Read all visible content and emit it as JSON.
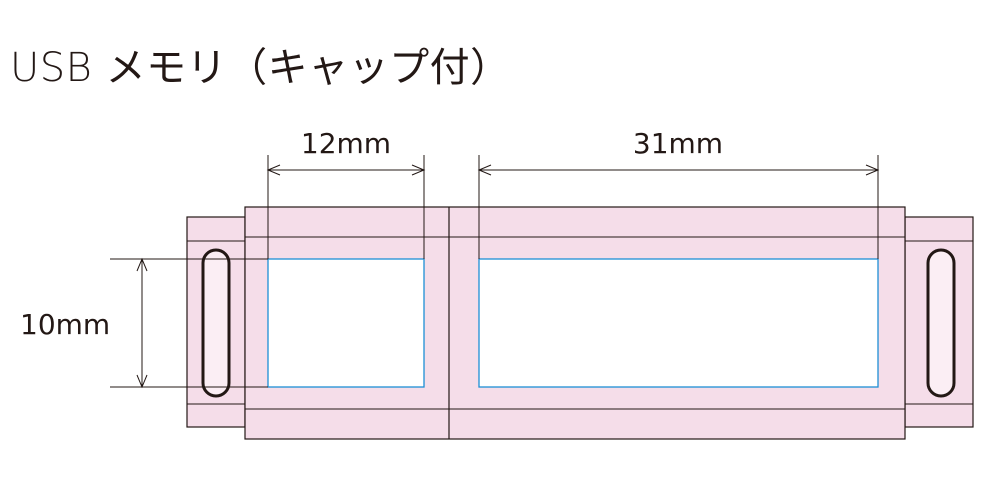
{
  "title": "USB メモリ（キャップ付）",
  "dimensions": {
    "width_left": "12mm",
    "width_right": "31mm",
    "height": "10mm"
  },
  "colors": {
    "body_fill": "#f5dde9",
    "tab_fill": "#fbeef4",
    "line": "#231815",
    "print_area_outline": "#1d8fd6",
    "print_area_fill": "#ffffff"
  }
}
